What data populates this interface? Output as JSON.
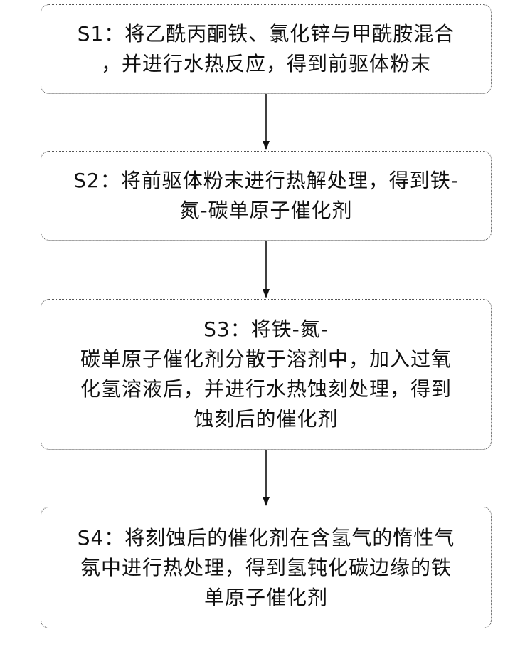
{
  "steps": [
    {
      "id": "S1",
      "lines": [
        "S1：将乙酰丙酮铁、氯化锌与甲酰胺混合",
        "，并进行水热反应，得到前驱体粉末"
      ]
    },
    {
      "id": "S2",
      "lines": [
        "S2：将前驱体粉末进行热解处理，得到铁-",
        "氮-碳单原子催化剂"
      ]
    },
    {
      "id": "S3",
      "lines": [
        "S3：将铁-氮-",
        "碳单原子催化剂分散于溶剂中，加入过氧",
        "化氢溶液后，并进行水热蚀刻处理，得到",
        "蚀刻后的催化剂"
      ]
    },
    {
      "id": "S4",
      "lines": [
        "S4：将刻蚀后的催化剂在含氢气的惰性气",
        "氛中进行热处理，得到氢钝化碳边缘的铁",
        "单原子催化剂"
      ]
    }
  ],
  "colors": {
    "box_border": "#555555",
    "text": "#111111",
    "arrow": "#111111"
  }
}
